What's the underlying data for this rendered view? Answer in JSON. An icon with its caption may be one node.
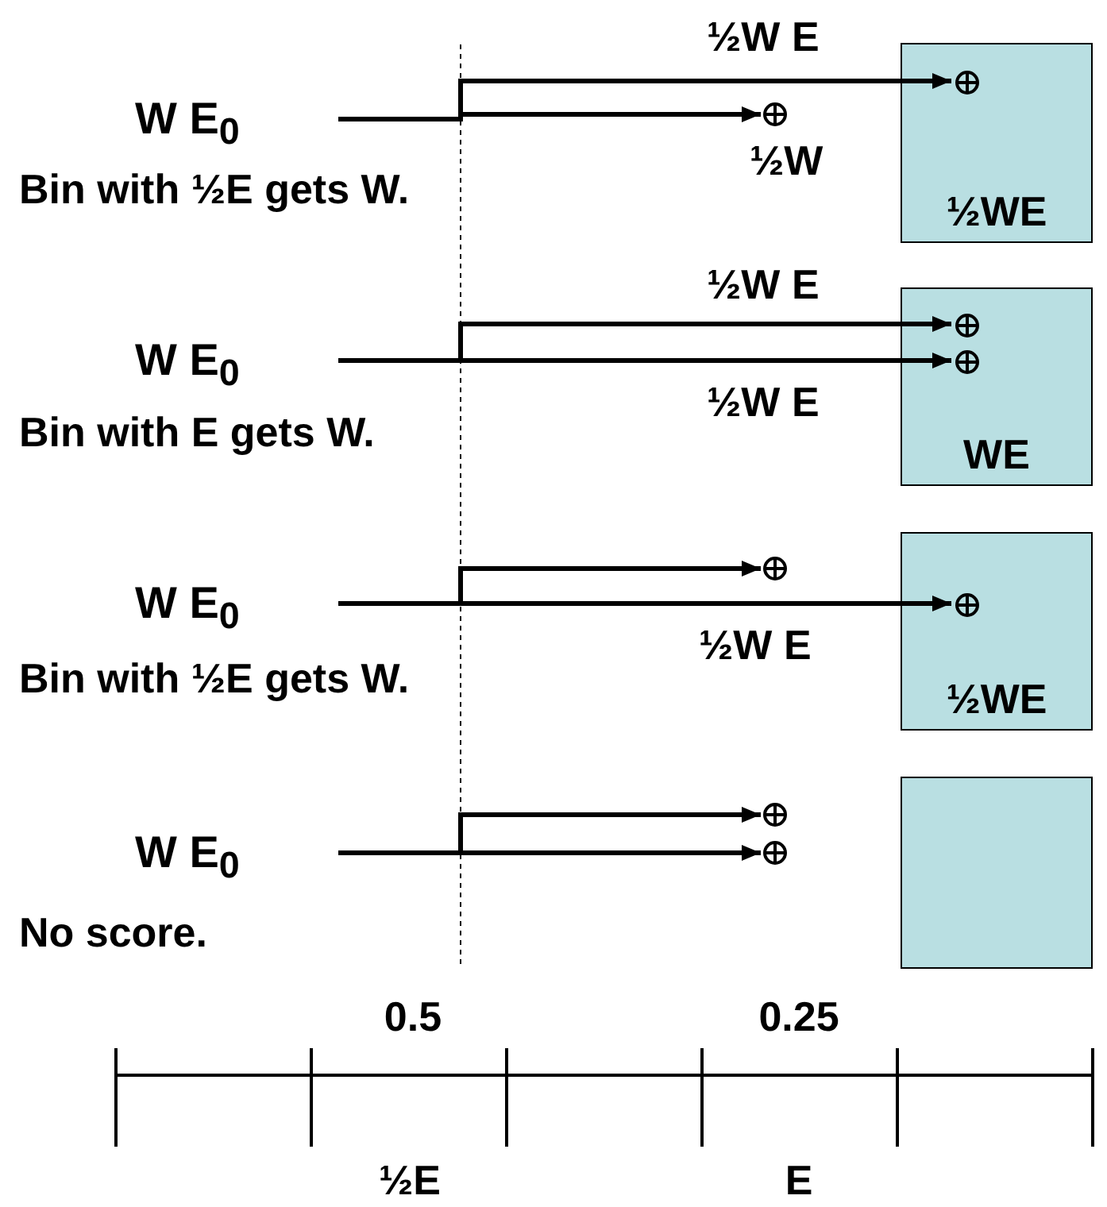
{
  "diagram": {
    "nodes": [
      {
        "text": [
          "½WE"
        ]
      },
      {
        "text": [],
        "shape": "circle",
        "in": 0
      },
      {
        "text": [
          "W E$_{0}$"
        ]
      },
      {
        "text": [],
        "shape": "circle",
        "beside": [
          "½W"
        ]
      },
      {
        "text": [
          "WE"
        ]
      },
      {
        "text": [],
        "shape": "circle",
        "in": 4
      },
      {
        "text": [],
        "shape": "circle",
        "in": 4
      },
      {
        "text": [
          "W E$_{0}$"
        ]
      },
      {
        "text": [],
        "shape": "circle"
      },
      {
        "text": [
          "½WE"
        ]
      },
      {
        "text": [],
        "shape": "circle",
        "in": 9
      },
      {
        "text": [
          "W E$_{0}$"
        ]
      },
      {
        "text": [
          "W E$_{0}$"
        ]
      },
      {
        "text": [],
        "shape": "circle"
      },
      {
        "text": [],
        "shape": "circle"
      },
      {
        "text": [],
        "shape": "box"
      }
    ],
    "edges": [
      {
        "from": 2,
        "to": 1,
        "arrow": "to",
        "label": "½W E"
      },
      {
        "from": 2,
        "to": 3,
        "arrow": "to"
      },
      {
        "from": 7,
        "to": 5,
        "arrow": "to",
        "label": "½W E"
      },
      {
        "from": 7,
        "to": 6,
        "arrow": "to",
        "label": "½W E"
      },
      {
        "from": 11,
        "to": 8,
        "arrow": "to"
      },
      {
        "from": 11,
        "to": 10,
        "arrow": "to",
        "label": "½W E"
      },
      {
        "from": 12,
        "to": 13,
        "arrow": "to"
      },
      {
        "from": 12,
        "to": 14,
        "arrow": "to"
      }
    ],
    "labels": [
      "Bin with ½E gets W.",
      "Bin with E gets W.",
      "Bin with ½E gets W.",
      "No score.",
      "0.5",
      "0.25",
      "½E",
      "E"
    ]
  }
}
